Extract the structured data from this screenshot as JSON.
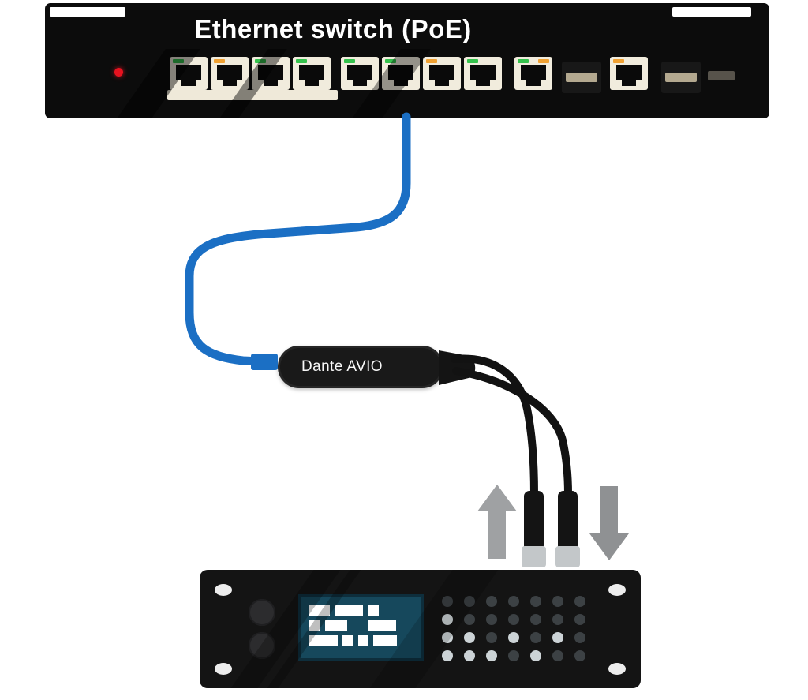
{
  "switch": {
    "title": "Ethernet switch (PoE)",
    "power_led_color": "#e8121f",
    "led_colors": {
      "green": "#35c24d",
      "orange": "#f0a132"
    },
    "ports": [
      {
        "led_left": "green",
        "led_right": null
      },
      {
        "led_left": "orange",
        "led_right": null
      },
      {
        "led_left": "green",
        "led_right": null
      },
      {
        "led_left": "green",
        "led_right": null
      },
      {
        "led_left": "green",
        "led_right": null
      },
      {
        "led_left": "green",
        "led_right": null
      },
      {
        "led_left": "orange",
        "led_right": null
      },
      {
        "led_left": "green",
        "led_right": null
      },
      {
        "led_left": "green",
        "led_right": "orange"
      },
      {
        "led_left": "orange",
        "led_right": null
      }
    ]
  },
  "cable": {
    "type": "ethernet",
    "color": "#1b6fc4"
  },
  "adapter": {
    "label": "Dante AVIO",
    "body_color": "#191919"
  },
  "arrows": [
    {
      "direction": "up",
      "color": "#9fa1a3"
    },
    {
      "direction": "down",
      "color": "#8f9193"
    }
  ],
  "device": {
    "body_color": "#141414",
    "screen_color": "#16485c",
    "display_blocks": [
      [
        14,
        14,
        26,
        13
      ],
      [
        46,
        14,
        36,
        13
      ],
      [
        88,
        14,
        14,
        13
      ],
      [
        14,
        33,
        14,
        13
      ],
      [
        34,
        33,
        28,
        13
      ],
      [
        88,
        33,
        36,
        13
      ],
      [
        14,
        52,
        36,
        13
      ],
      [
        56,
        52,
        14,
        13
      ],
      [
        76,
        52,
        13,
        13
      ],
      [
        95,
        52,
        30,
        13
      ]
    ],
    "button_grid": [
      [
        "d",
        "d",
        "d",
        "d",
        "d",
        "d",
        "d"
      ],
      [
        "l",
        "d",
        "d",
        "d",
        "d",
        "d",
        "d"
      ],
      [
        "l",
        "l",
        "d",
        "l",
        "d",
        "l",
        "d"
      ],
      [
        "l",
        "l",
        "l",
        "d",
        "l",
        "d",
        "d"
      ]
    ]
  }
}
